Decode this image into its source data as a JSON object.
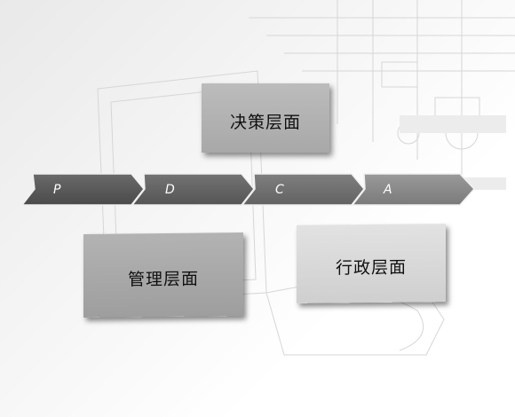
{
  "process": {
    "steps": [
      {
        "label": "P"
      },
      {
        "label": "D"
      },
      {
        "label": "C"
      },
      {
        "label": "A"
      }
    ]
  },
  "levels": {
    "decision": "决策层面",
    "management": "管理层面",
    "administration": "行政层面"
  },
  "colors": {
    "arrow_dark": "#555555",
    "arrow_mid": "#707070",
    "arrow_light": "#8a8a8a",
    "box_decision": "#b2b2b2",
    "box_management": "#a8a8a8",
    "box_admin": "#d8d8d8"
  }
}
